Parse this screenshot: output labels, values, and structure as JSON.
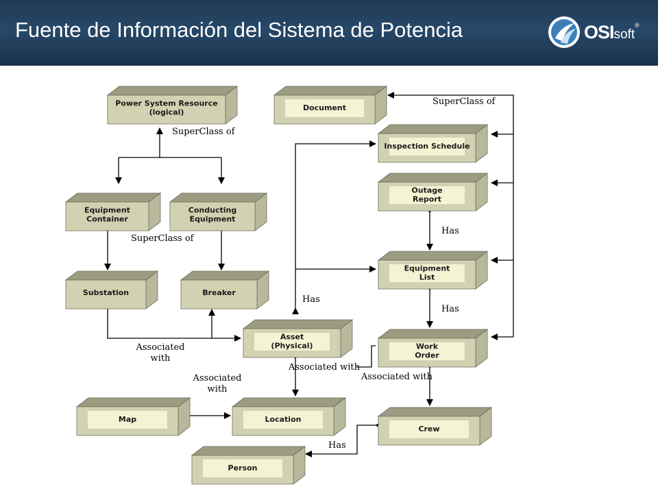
{
  "header": {
    "title": "Fuente de Información del Sistema de Potencia",
    "logo_bold": "OSI",
    "logo_light": "soft",
    "logo_reg": "®"
  },
  "boxes": {
    "psr": [
      "Power System Resource",
      "(logical)"
    ],
    "document": [
      "Document"
    ],
    "inspection": [
      "Inspection Schedule"
    ],
    "outage": [
      "Outage",
      "Report"
    ],
    "equip_container": [
      "Equipment",
      "Container"
    ],
    "conducting": [
      "Conducting",
      "Equipment"
    ],
    "equip_list": [
      "Equipment",
      "List"
    ],
    "substation": [
      "Substation"
    ],
    "breaker": [
      "Breaker"
    ],
    "asset": [
      "Asset",
      "(Physical)"
    ],
    "work_order": [
      "Work",
      "Order"
    ],
    "map": [
      "Map"
    ],
    "location": [
      "Location"
    ],
    "crew": [
      "Crew"
    ],
    "person": [
      "Person"
    ]
  },
  "labels": {
    "superclass_doc": "SuperClass of",
    "superclass_psr": "SuperClass of",
    "superclass_equip": "SuperClass of",
    "has_outage": "Has",
    "has_asset": "Has",
    "has_work": "Has",
    "assoc_sub_l1": "Associated",
    "assoc_sub_l2": "with",
    "assoc_map_l1": "Associated",
    "assoc_map_l2": "with",
    "assoc_asset": "Associated with",
    "assoc_work": "Associated with",
    "has_person": "Has"
  }
}
